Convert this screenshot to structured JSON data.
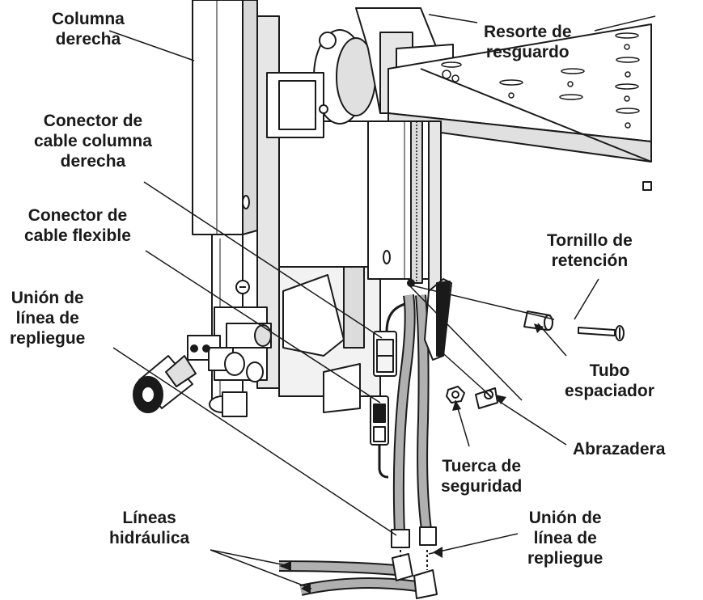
{
  "labels": {
    "columna_derecha": [
      "Columna",
      "derecha"
    ],
    "resorte_resguardo": [
      "Resorte de",
      "resguardo"
    ],
    "conector_cable_columna": [
      "Conector de",
      "cable columna",
      "derecha"
    ],
    "conector_cable_flexible": [
      "Conector de",
      "cable flexible"
    ],
    "union_linea_repliegue_left": [
      "Unión de",
      "línea de",
      "repliegue"
    ],
    "tornillo_retencion": [
      "Tornillo de",
      "retención"
    ],
    "tubo_espaciador": [
      "Tubo",
      "espaciador"
    ],
    "abrazadera": [
      "Abrazadera"
    ],
    "tuerca_seguridad": [
      "Tuerca de",
      "seguridad"
    ],
    "lineas_hidraulica": [
      "Líneas",
      "hidráulica"
    ],
    "union_linea_repliegue_right": [
      "Unión de",
      "línea de",
      "repliegue"
    ]
  },
  "colors": {
    "ink": "#1a1a1a",
    "shade": "#c8c8c8",
    "paper": "#ffffff",
    "hose": "#b0b0b0"
  }
}
